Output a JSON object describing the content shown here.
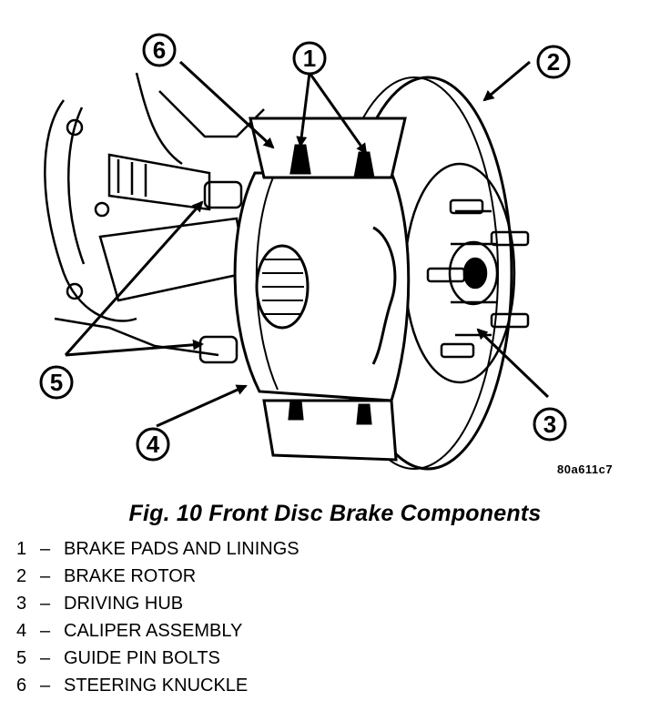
{
  "callouts": [
    "1",
    "2",
    "3",
    "4",
    "5",
    "6"
  ],
  "drawing_code": "80a611c7",
  "caption": "Fig. 10 Front Disc Brake Components",
  "legend": [
    {
      "num": "1",
      "dash": "–",
      "label": "BRAKE PADS AND LININGS"
    },
    {
      "num": "2",
      "dash": "–",
      "label": "BRAKE ROTOR"
    },
    {
      "num": "3",
      "dash": "–",
      "label": "DRIVING HUB"
    },
    {
      "num": "4",
      "dash": "–",
      "label": "CALIPER ASSEMBLY"
    },
    {
      "num": "5",
      "dash": "–",
      "label": "GUIDE PIN BOLTS"
    },
    {
      "num": "6",
      "dash": "–",
      "label": "STEERING KNUCKLE"
    }
  ]
}
